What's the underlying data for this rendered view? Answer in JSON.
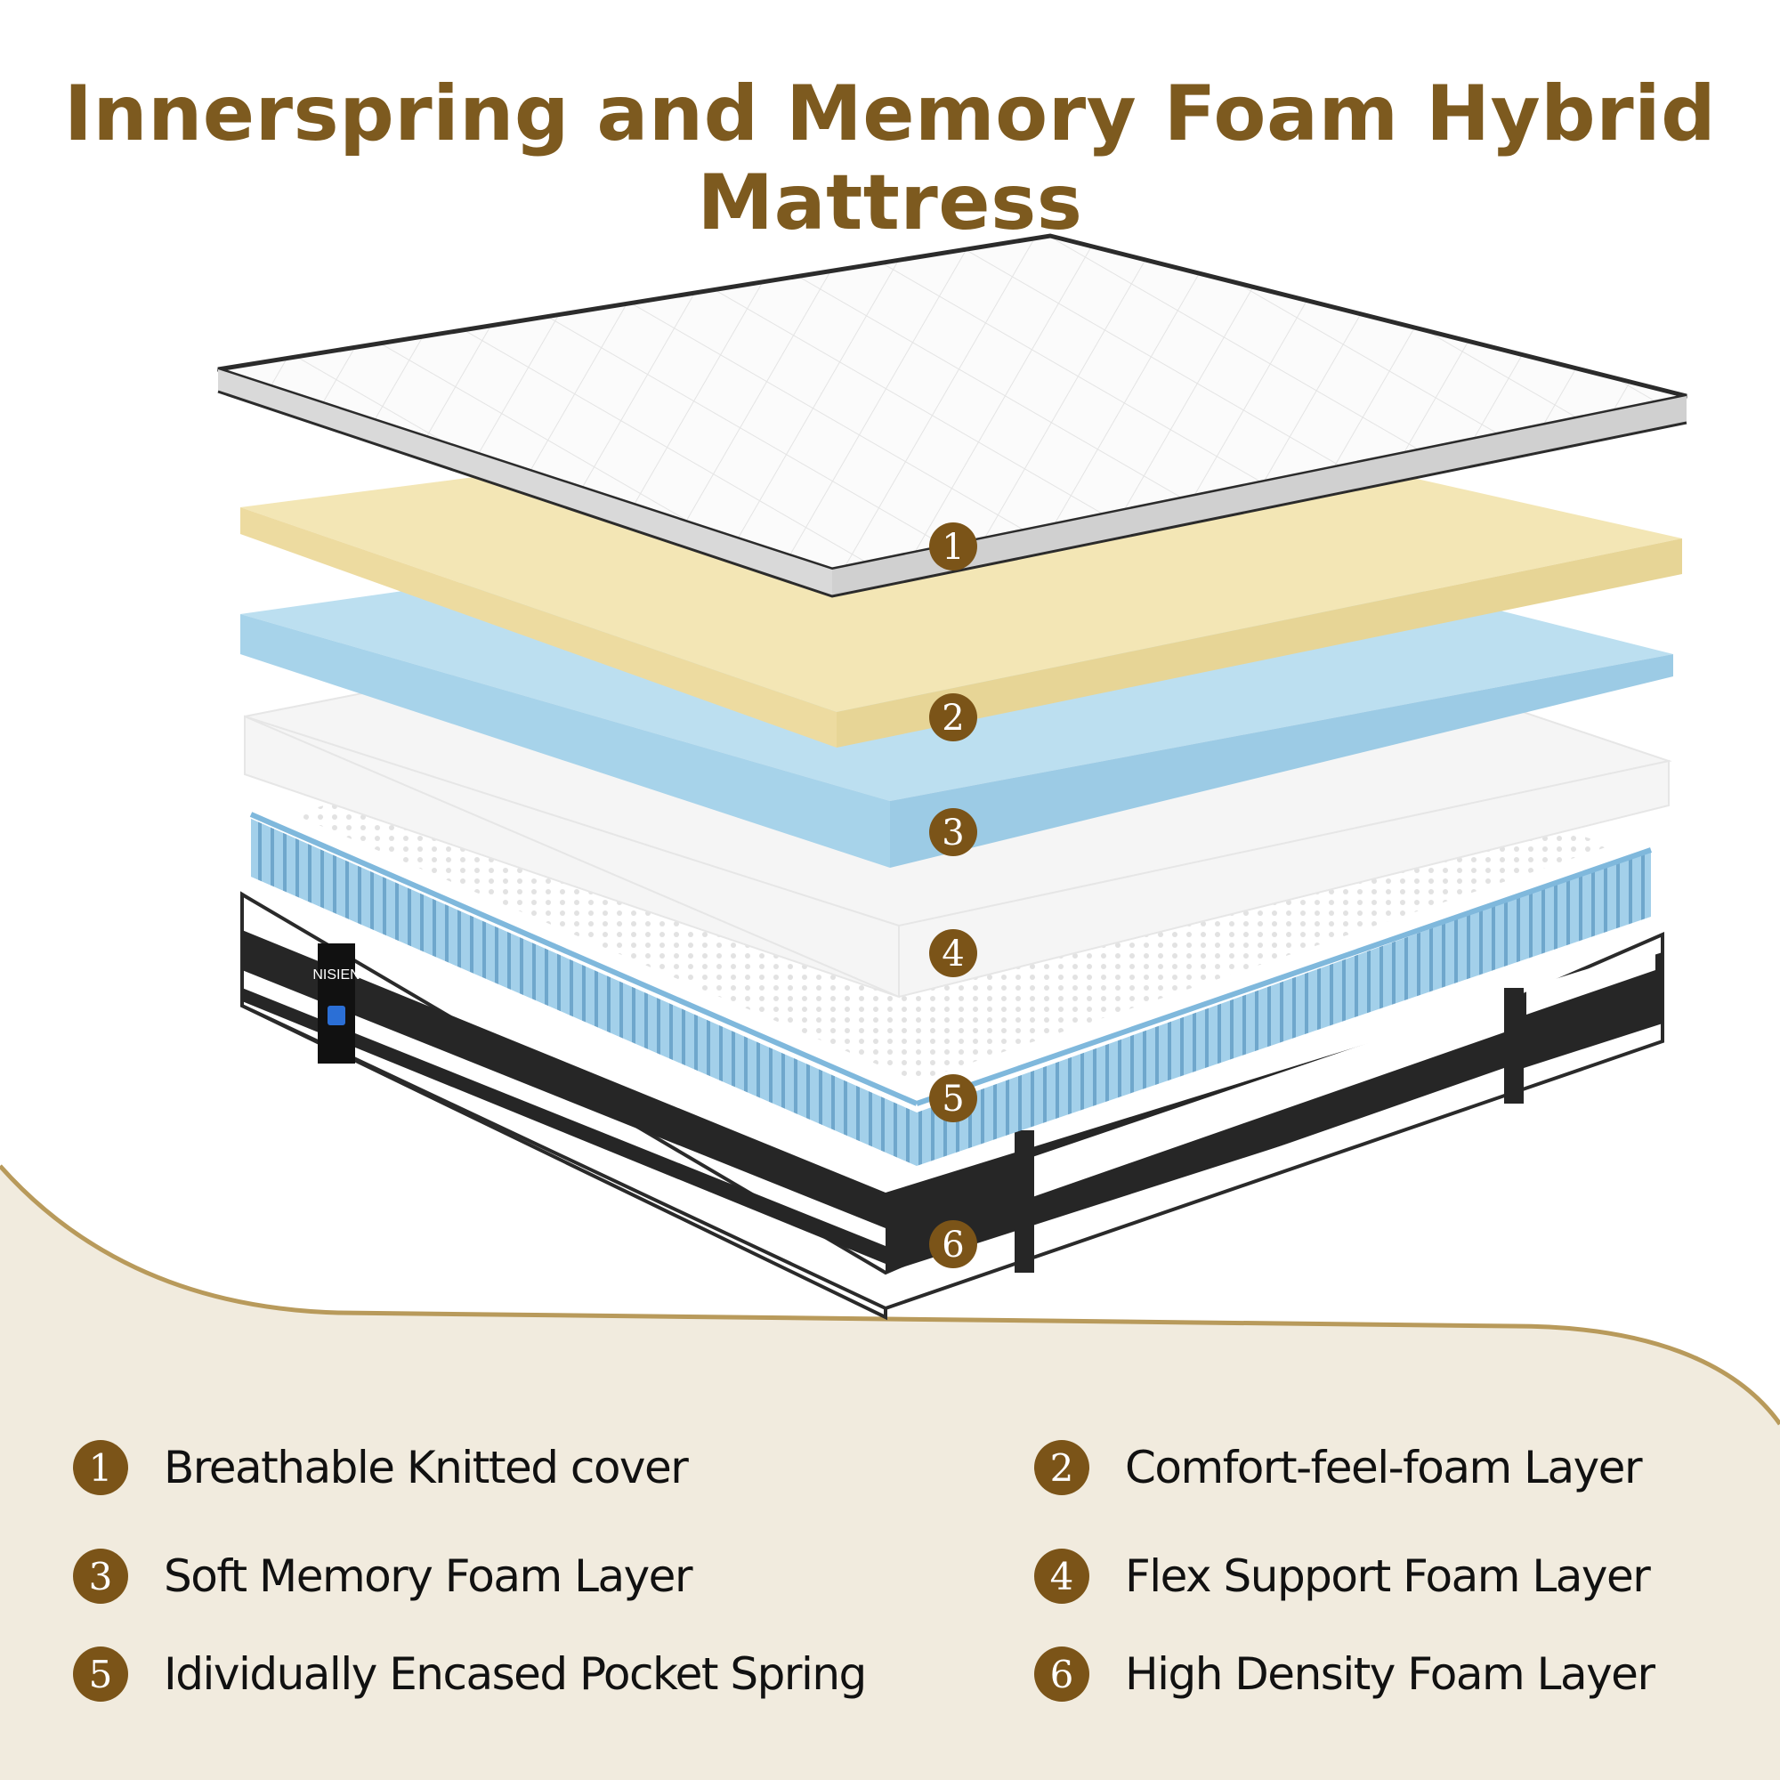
{
  "title": "Innerspring and Memory Foam Hybrid Mattress",
  "colors": {
    "title": "#7d5a1f",
    "badge": "#7b5418",
    "background_bottom": "#f1ebde",
    "wave_line": "#b89a5b",
    "comfort_foam": "#f2e5b2",
    "memory_foam": "#b6dcee",
    "support_foam": "#f4f4f4",
    "springs": "#9ccbe6",
    "base_dark": "#262626"
  },
  "brand_label": "NISIEN",
  "markers": [
    "1",
    "2",
    "3",
    "4",
    "5",
    "6"
  ],
  "legend": [
    {
      "num": "1",
      "text": "Breathable Knitted cover"
    },
    {
      "num": "2",
      "text": "Comfort-feel-foam Layer"
    },
    {
      "num": "3",
      "text": "Soft Memory Foam Layer"
    },
    {
      "num": "4",
      "text": "Flex Support Foam Layer"
    },
    {
      "num": "5",
      "text": "Idividually Encased Pocket Spring"
    },
    {
      "num": "6",
      "text": "High Density Foam Layer"
    }
  ]
}
